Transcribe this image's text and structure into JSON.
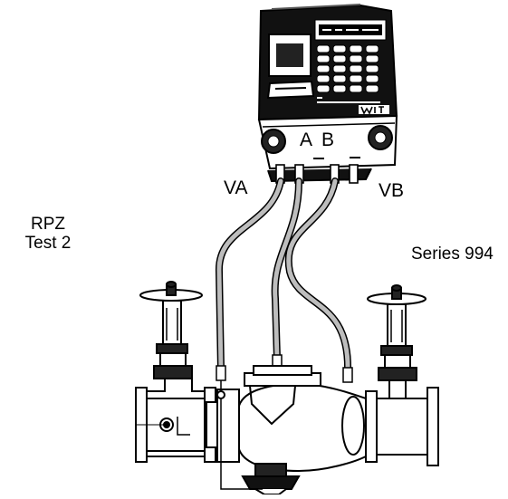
{
  "labels": {
    "rpz_line1": "RPZ",
    "rpz_line2": "Test 2",
    "series": "Series 994",
    "va": "VA",
    "vb": "VB",
    "port_a": "A",
    "port_b": "B"
  },
  "colors": {
    "ink": "#000000",
    "paper": "#ffffff",
    "hose_fill": "#bdbdbd",
    "meter_body": "#111111"
  }
}
